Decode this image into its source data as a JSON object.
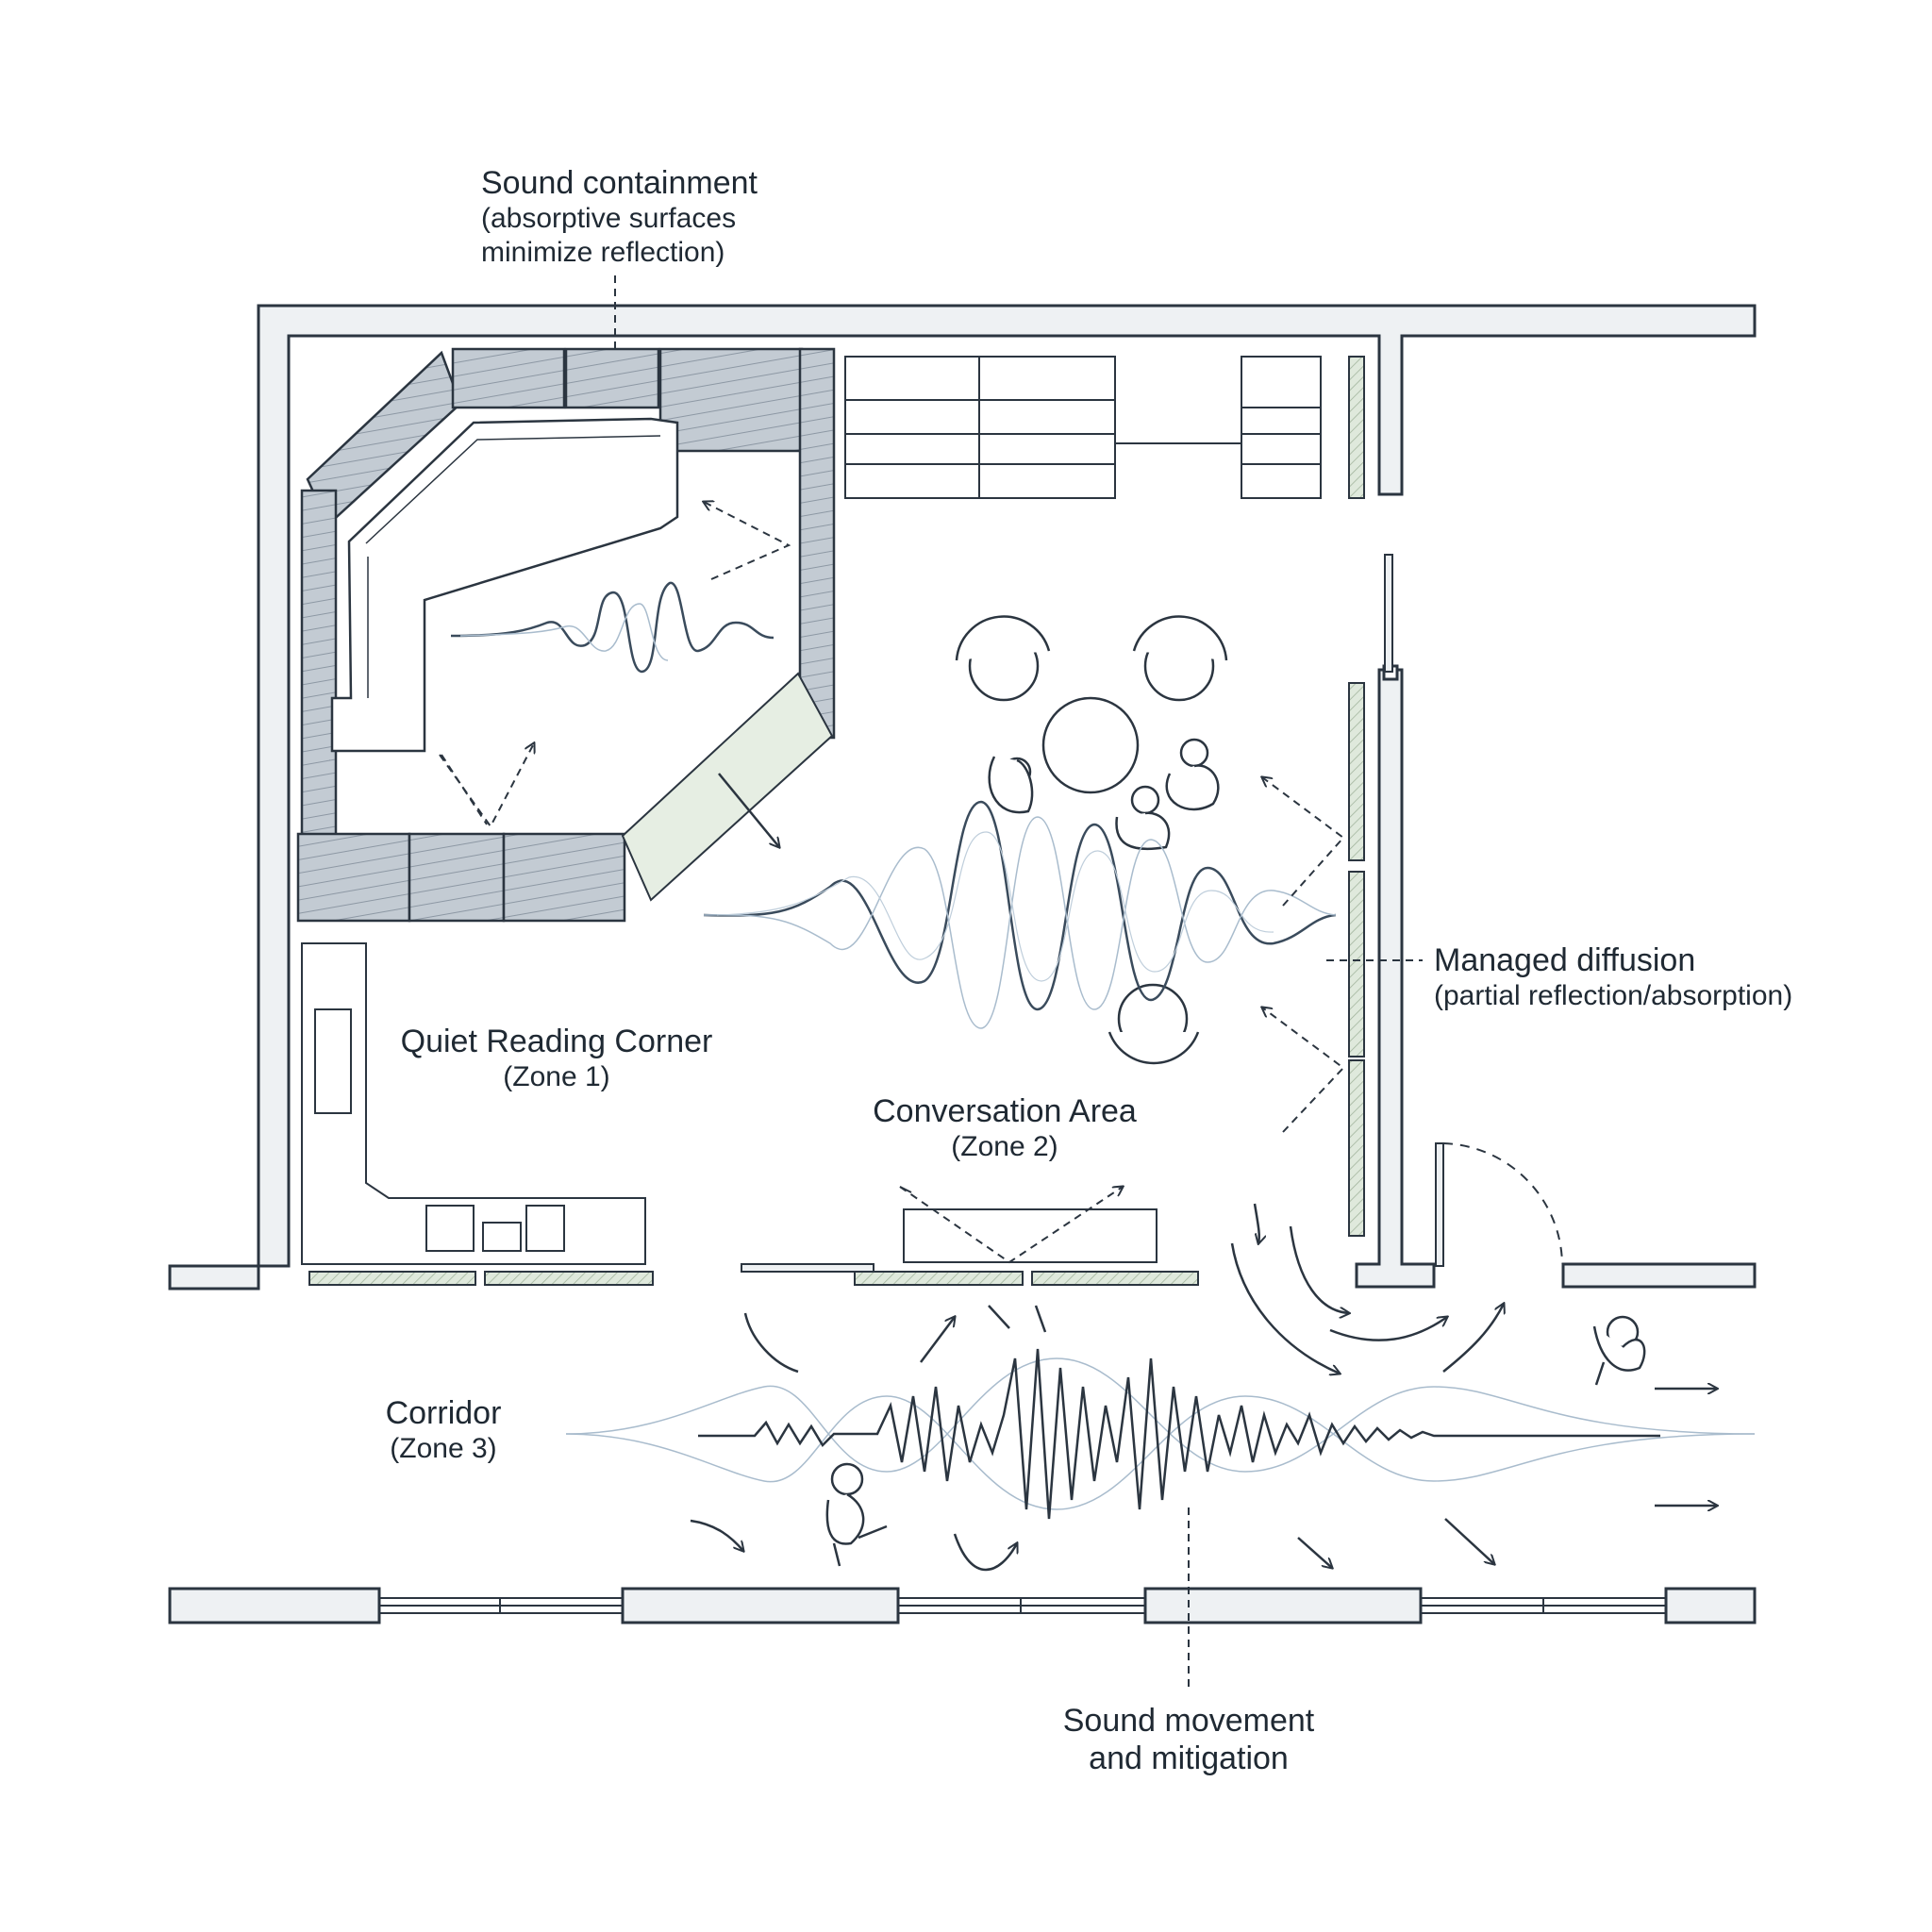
{
  "labels": {
    "containment": {
      "title": "Sound containment",
      "note_line1": "(absorptive surfaces",
      "note_line2": "minimize reflection)"
    },
    "diffusion": {
      "title": "Managed diffusion",
      "note": "(partial reflection/absorption)"
    },
    "zone1": {
      "title": "Quiet Reading Corner",
      "zone": "(Zone 1)"
    },
    "zone2": {
      "title": "Conversation Area",
      "zone": "(Zone 2)"
    },
    "zone3": {
      "title": "Corridor",
      "zone": "(Zone 3)"
    },
    "mitigation": {
      "line1": "Sound movement",
      "line2": "and mitigation"
    }
  },
  "colors": {
    "line": "#2b3540",
    "wall_fill": "#eef1f3",
    "panel_fill": "#b9c2cc",
    "panel_green": "#dfe9dc",
    "wave_dark": "#3a4b5c",
    "wave_light": "#a9bccd"
  }
}
